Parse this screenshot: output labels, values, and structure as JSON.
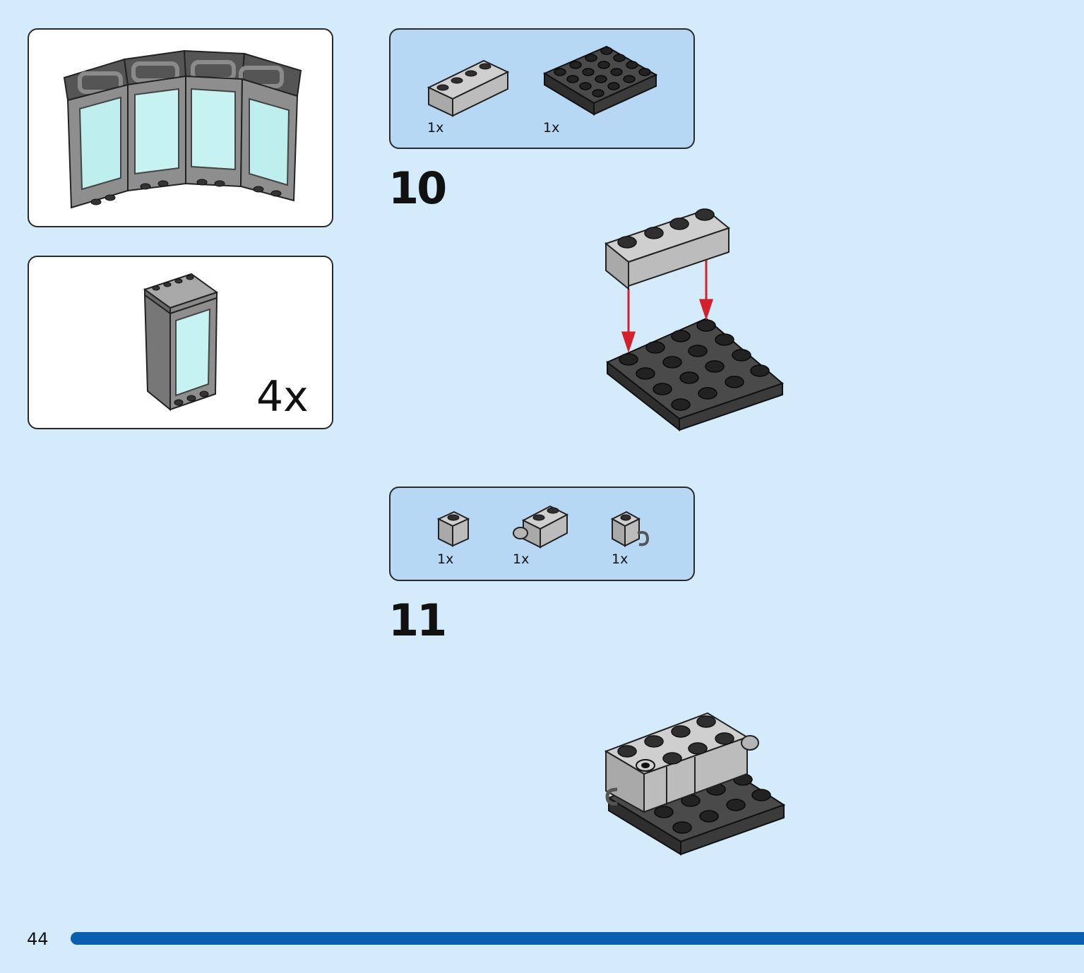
{
  "submodel_panel": {
    "multiplier": "4x"
  },
  "steps": [
    {
      "number": "10",
      "parts": [
        {
          "qty": "1x"
        },
        {
          "qty": "1x"
        }
      ]
    },
    {
      "number": "11",
      "parts": [
        {
          "qty": "1x"
        },
        {
          "qty": "1x"
        },
        {
          "qty": "1x"
        }
      ]
    }
  ],
  "footer": {
    "page_number": "44",
    "progress": 1.0
  },
  "colors": {
    "background": "#d4ebfb",
    "parts_panel": "#b6d8f5",
    "dark_gray": "#3a3a3a",
    "light_gray": "#bfbfbf",
    "trans_clear": "#bfeeee",
    "arrow": "#d3202a",
    "progress_bar": "#0a5fae"
  }
}
